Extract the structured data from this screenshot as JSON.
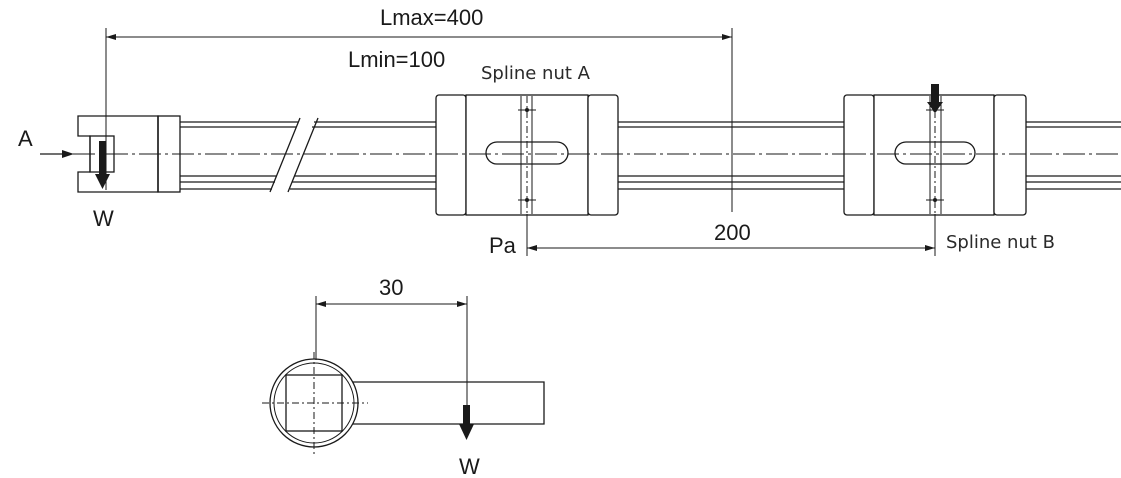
{
  "labels": {
    "lmax": "Lmax=400",
    "lmin": "Lmin=100",
    "spline_nut_a": "Spline nut A",
    "spline_nut_b": "Spline nut B",
    "view_a": "A",
    "load_w_top": "W",
    "load_w_bottom": "W",
    "pa": "Pa",
    "dim_200": "200",
    "dim_30": "30"
  }
}
